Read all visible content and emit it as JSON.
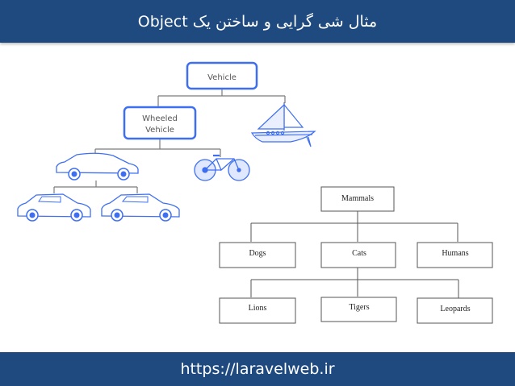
{
  "header": {
    "title": "مثال شی گرایی و ساختن یک Object"
  },
  "footer": {
    "url": "https://laravelweb.ir"
  },
  "colors": {
    "bar_background": "#1f4a7f",
    "bar_text": "#ffffff",
    "vehicle_accent": "#3d6ff0",
    "line": "#7a7a7a"
  },
  "vehicle_tree": {
    "root": {
      "label": "Vehicle"
    },
    "wheeled": {
      "label_line1": "Wheeled",
      "label_line2": "Vehicle"
    },
    "icons": [
      "sailboat-icon",
      "car-icon",
      "bicycle-icon",
      "hatchback-car-icon",
      "sedan-car-icon"
    ]
  },
  "mammal_tree": {
    "root": {
      "label": "Mammals"
    },
    "level1": [
      {
        "label": "Dogs"
      },
      {
        "label": "Cats"
      },
      {
        "label": "Humans"
      }
    ],
    "level2": [
      {
        "label": "Lions"
      },
      {
        "label": "Tigers"
      },
      {
        "label": "Leopards"
      }
    ]
  }
}
